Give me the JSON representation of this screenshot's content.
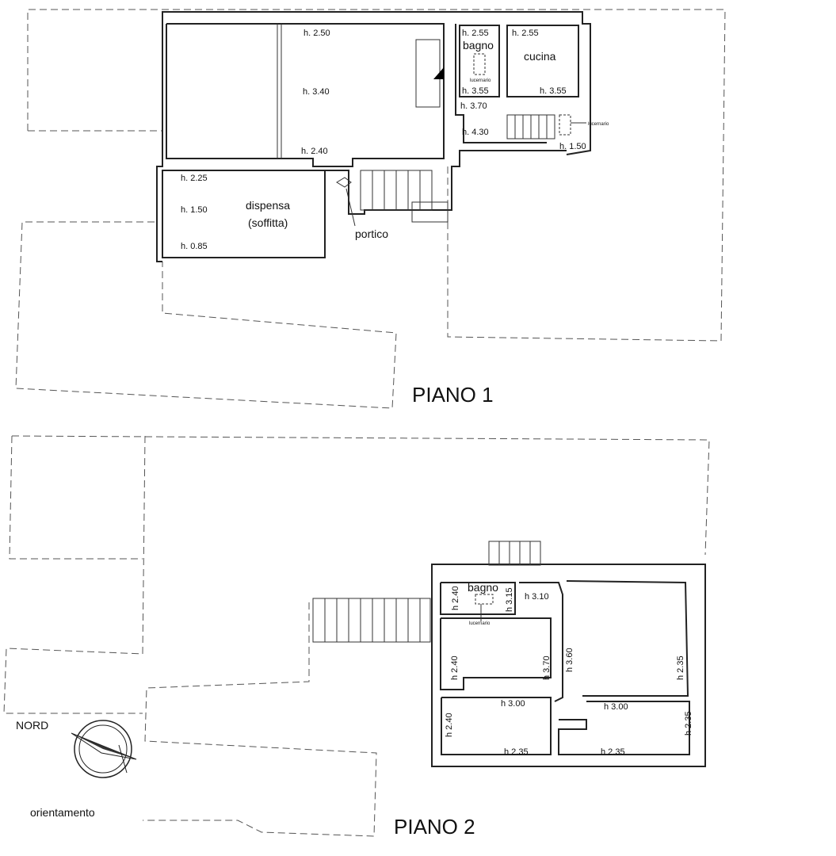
{
  "piano1": {
    "title": "PIANO 1",
    "rooms": {
      "bagno": "bagno",
      "cucina": "cucina",
      "dispensa": "dispensa",
      "soffitta": "(soffitta)",
      "portico": "portico"
    },
    "heights": [
      "h. 2.50",
      "h. 3.40",
      "h. 2.40",
      "h. 2.25",
      "h. 1.50",
      "h. 0.85",
      "h. 2.55",
      "h. 2.55",
      "h. 3.55",
      "h. 3.55",
      "h. 3.70",
      "h. 4.30",
      "h. 1.50"
    ],
    "lucernario": [
      "lucernario",
      "lucernario"
    ]
  },
  "piano2": {
    "title": "PIANO 2",
    "rooms": {
      "bagno": "bagno"
    },
    "heights": [
      "h 2.40",
      "h 3.15",
      "h 3.10",
      "h 2.40",
      "h 3.70",
      "h 3.60",
      "h 2.35",
      "h 3.00",
      "h 3.00",
      "h 2.40",
      "h 2.35",
      "h 2.35",
      "h 2.35"
    ],
    "lucernario": "lucernario"
  },
  "compass": {
    "north_label": "NORD",
    "caption": "orientamento"
  }
}
